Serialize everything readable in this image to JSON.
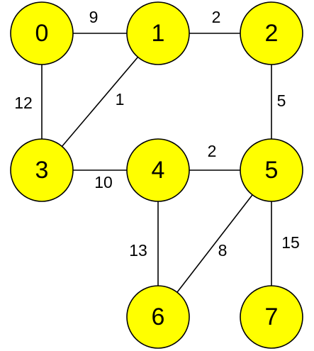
{
  "graph": {
    "node_fill": "#ffff00",
    "node_stroke": "#000000",
    "nodes": [
      {
        "id": "0",
        "label": "0"
      },
      {
        "id": "1",
        "label": "1"
      },
      {
        "id": "2",
        "label": "2"
      },
      {
        "id": "3",
        "label": "3"
      },
      {
        "id": "4",
        "label": "4"
      },
      {
        "id": "5",
        "label": "5"
      },
      {
        "id": "6",
        "label": "6"
      },
      {
        "id": "7",
        "label": "7"
      }
    ],
    "edges": [
      {
        "from": "0",
        "to": "1",
        "weight": "9"
      },
      {
        "from": "1",
        "to": "2",
        "weight": "2"
      },
      {
        "from": "0",
        "to": "3",
        "weight": "12"
      },
      {
        "from": "1",
        "to": "3",
        "weight": "1"
      },
      {
        "from": "2",
        "to": "5",
        "weight": "5"
      },
      {
        "from": "3",
        "to": "4",
        "weight": "10"
      },
      {
        "from": "4",
        "to": "5",
        "weight": "2"
      },
      {
        "from": "4",
        "to": "6",
        "weight": "13"
      },
      {
        "from": "5",
        "to": "6",
        "weight": "8"
      },
      {
        "from": "5",
        "to": "7",
        "weight": "15"
      }
    ]
  }
}
